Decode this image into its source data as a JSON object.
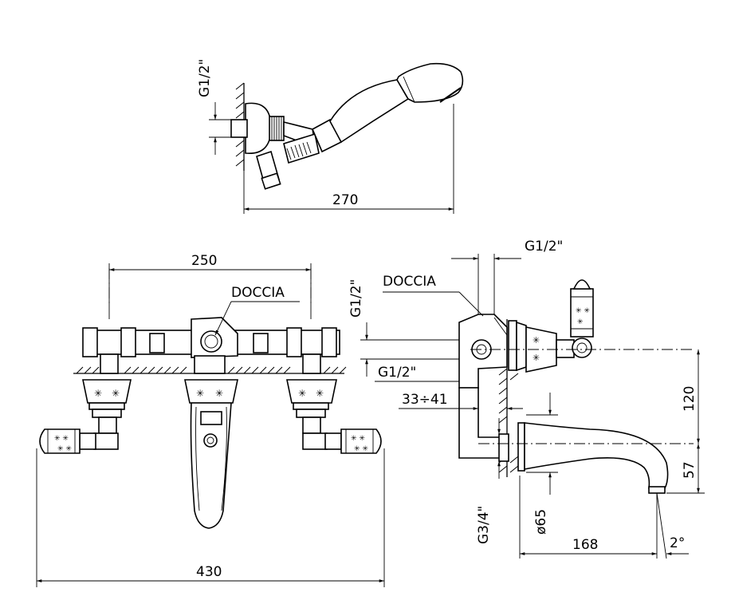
{
  "hand_shower_view": {
    "thread_label": "G1/2\"",
    "width_dimension": "270"
  },
  "front_view": {
    "spacing_dimension": "250",
    "outlet_label": "DOCCIA",
    "overall_width_dimension": "430"
  },
  "side_view": {
    "outlet_label": "DOCCIA",
    "thread_top_label": "G1/2\"",
    "thread_side_label": "G1/2\"",
    "inlet_thread_label": "G1/2\"",
    "wall_range_dimension": "33÷41",
    "supply_thread_label": "G3/4\"",
    "flange_diameter_label": "ø65",
    "height_dimension": "120",
    "spout_height_dimension": "57",
    "spout_projection_dimension": "168",
    "angle_label": "2°"
  }
}
